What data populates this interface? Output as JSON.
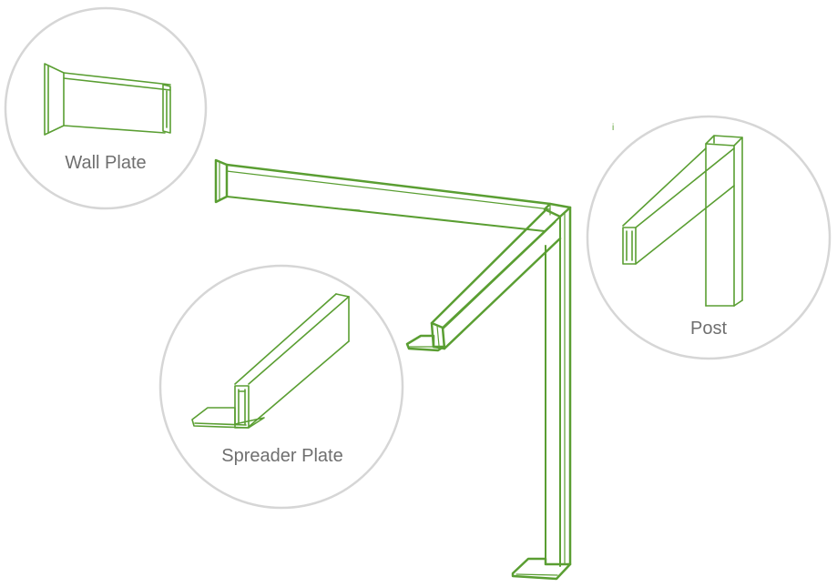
{
  "colors": {
    "line": "#5a9e32",
    "ring": "#d6d6d6",
    "label": "#6f6f6f",
    "background": "#ffffff"
  },
  "callouts": {
    "wall_plate": {
      "label": "Wall Plate"
    },
    "spreader_plate": {
      "label": "Spreader Plate"
    },
    "post": {
      "label": "Post"
    }
  },
  "stray_mark": "i"
}
